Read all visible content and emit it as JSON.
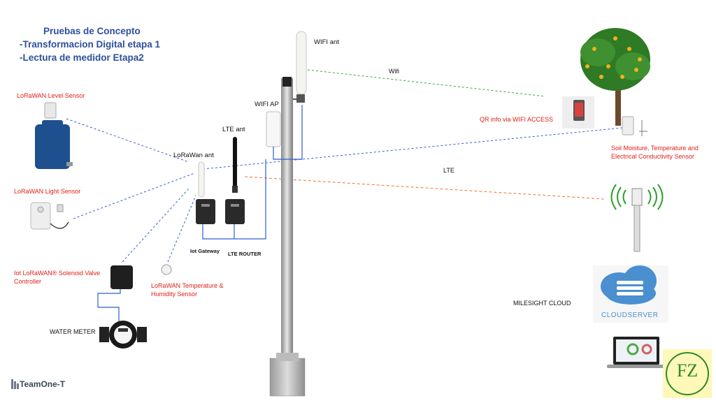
{
  "title": {
    "line1": "Pruebas de Concepto",
    "line2": "-Transformacion  Digital etapa 1",
    "line3": "-Lectura de medidor Etapa2"
  },
  "labels": {
    "level_sensor": "LoRaWAN Level Sensor",
    "light_sensor": "LoRaWAN Light Sensor",
    "valve_line1": "Iot LoRaWAN® Solenoid Valve",
    "valve_line2": "Controller",
    "temp_line1": "LoRaWAN Temperature  &",
    "temp_line2": "Humidity Sensor",
    "water_meter": "WATER METER",
    "lorawan_ant": "LoRaWan ant",
    "lte_ant": "LTE ant",
    "wifi_ap": "WIFI  AP",
    "wifi_ant": "WIFI  ant",
    "wifi_link": "Wifi",
    "lte_link": "LTE",
    "iot_gateway": "Iot Gateway",
    "lte_router": "LTE ROUTER",
    "qr_info": "QR info via WIFI ACCESS",
    "soil_line1": "Soil Moisture, Temperature and",
    "soil_line2": "Electrical Conductivity Sensor",
    "milesight_cloud": "MILESIGHT CLOUD",
    "cloudserver": "CLOUDSERVER",
    "logo_teamone": "TeamOne-T",
    "logo_fz": "FZ"
  },
  "colors": {
    "title": "#2e4f9c",
    "red_label": "#e0201a",
    "lora_link": "#3a5fc8",
    "wifi_link": "#3aaa3a",
    "lte_link": "#f07030",
    "cable": "#2b5fd0",
    "tank": "#1e4f8f",
    "cloud": "#4a8fd0",
    "fz_green": "#2a8a2a"
  }
}
